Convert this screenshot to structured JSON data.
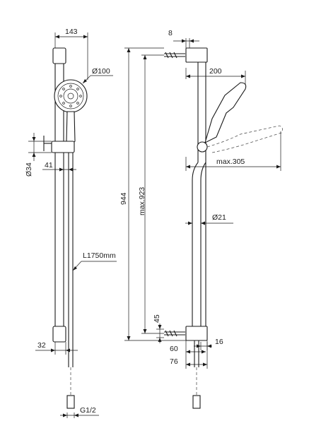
{
  "dimensions": {
    "left_view": {
      "width_143": "143",
      "dia_100": "Ø100",
      "dia_34": "Ø34",
      "dim_41": "41",
      "hose_length": "L1750mm",
      "dim_32": "32",
      "thread": "G1/2"
    },
    "right_view": {
      "dim_8": "8",
      "dim_200": "200",
      "height_944": "944",
      "max_923": "max.923",
      "max_305": "max.305",
      "dia_21": "Ø21",
      "dim_45": "45",
      "dim_16": "16",
      "dim_60": "60",
      "dim_76": "76"
    }
  }
}
